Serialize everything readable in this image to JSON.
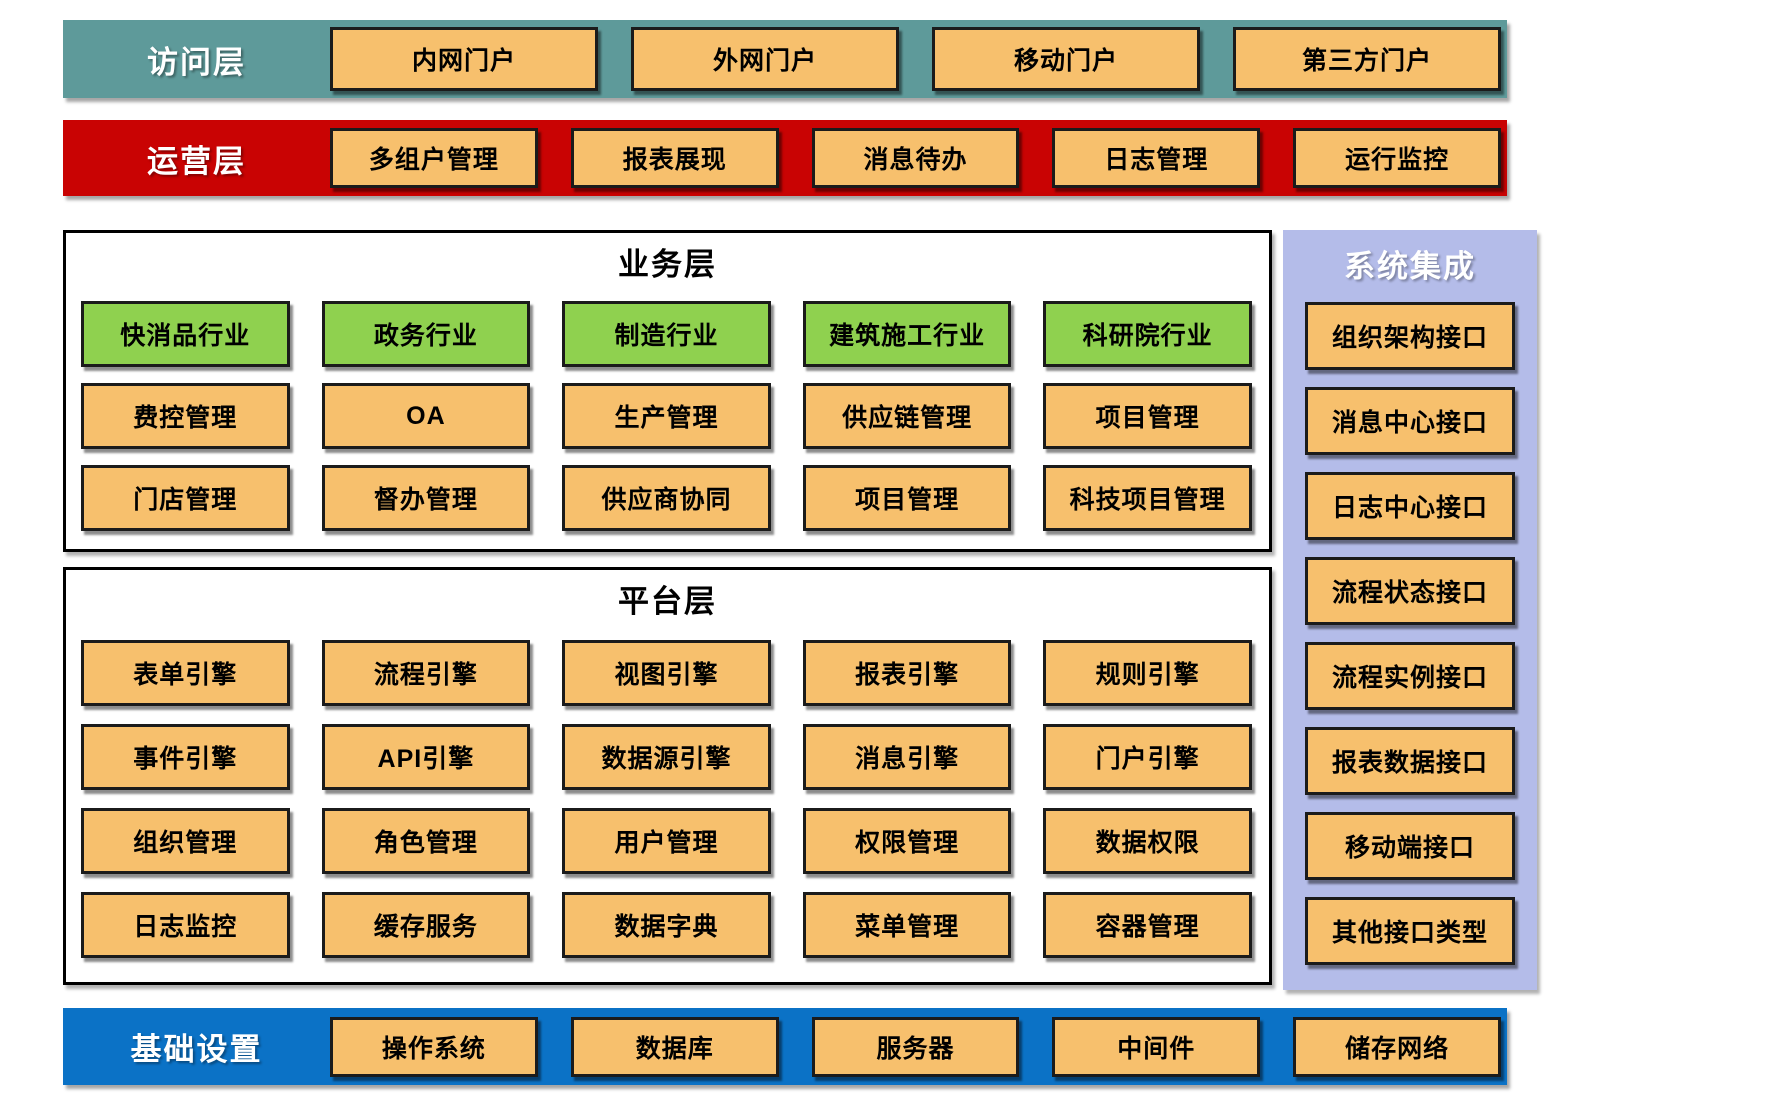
{
  "diagram": {
    "access_layer": {
      "label": "访问层",
      "items": [
        "内网门户",
        "外网门户",
        "移动门户",
        "第三方门户"
      ]
    },
    "operations_layer": {
      "label": "运营层",
      "items": [
        "多组户管理",
        "报表展现",
        "消息待办",
        "日志管理",
        "运行监控"
      ]
    },
    "business_layer": {
      "title": "业务层",
      "industries": [
        "快消品行业",
        "政务行业",
        "制造行业",
        "建筑施工行业",
        "科研院行业"
      ],
      "app_rows": [
        [
          "费控管理",
          "OA",
          "生产管理",
          "供应链管理",
          "项目管理"
        ],
        [
          "门店管理",
          "督办管理",
          "供应商协同",
          "项目管理",
          "科技项目管理"
        ]
      ]
    },
    "platform_layer": {
      "title": "平台层",
      "rows": [
        [
          "表单引擎",
          "流程引擎",
          "视图引擎",
          "报表引擎",
          "规则引擎"
        ],
        [
          "事件引擎",
          "API引擎",
          "数据源引擎",
          "消息引擎",
          "门户引擎"
        ],
        [
          "组织管理",
          "角色管理",
          "用户管理",
          "权限管理",
          "数据权限"
        ],
        [
          "日志监控",
          "缓存服务",
          "数据字典",
          "菜单管理",
          "容器管理"
        ]
      ]
    },
    "system_integration": {
      "title": "系统集成",
      "items": [
        "组织架构接口",
        "消息中心接口",
        "日志中心接口",
        "流程状态接口",
        "流程实例接口",
        "报表数据接口",
        "移动端接口",
        "其他接口类型"
      ]
    },
    "infrastructure_layer": {
      "label": "基础设置",
      "items": [
        "操作系统",
        "数据库",
        "服务器",
        "中间件",
        "储存网络"
      ]
    },
    "colors": {
      "access_band": "#5E9A9A",
      "operations_band": "#C90303",
      "infrastructure_band": "#0B72C6",
      "box_orange": "#F7C06D",
      "industry_green": "#8FD14F",
      "integration_panel": "#B4BCE9"
    }
  }
}
